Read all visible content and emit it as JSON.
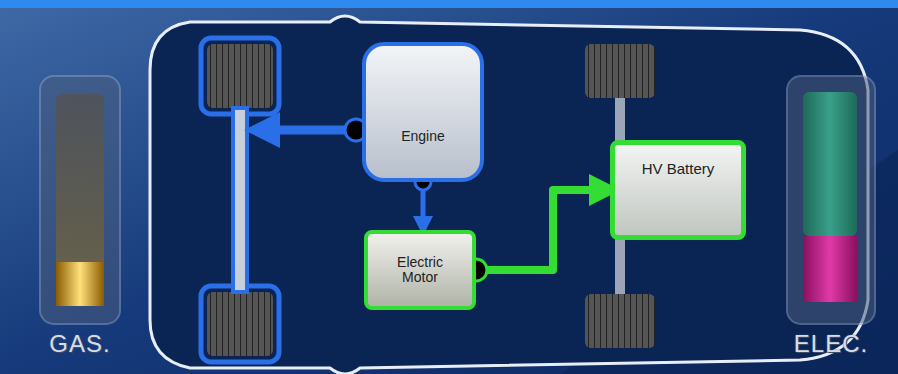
{
  "diagram": {
    "nodes": [
      {
        "text": [
          "Engine"
        ]
      },
      {
        "text": [
          "Electric Motor"
        ]
      },
      {
        "text": [
          "HV Battery"
        ]
      }
    ],
    "edges": [
      {
        "from": 0,
        "to": 1,
        "arrow": "to"
      },
      {
        "from": 1,
        "to": 2,
        "arrow": "to"
      }
    ],
    "labels": [
      "GAS.",
      "ELEC."
    ]
  }
}
